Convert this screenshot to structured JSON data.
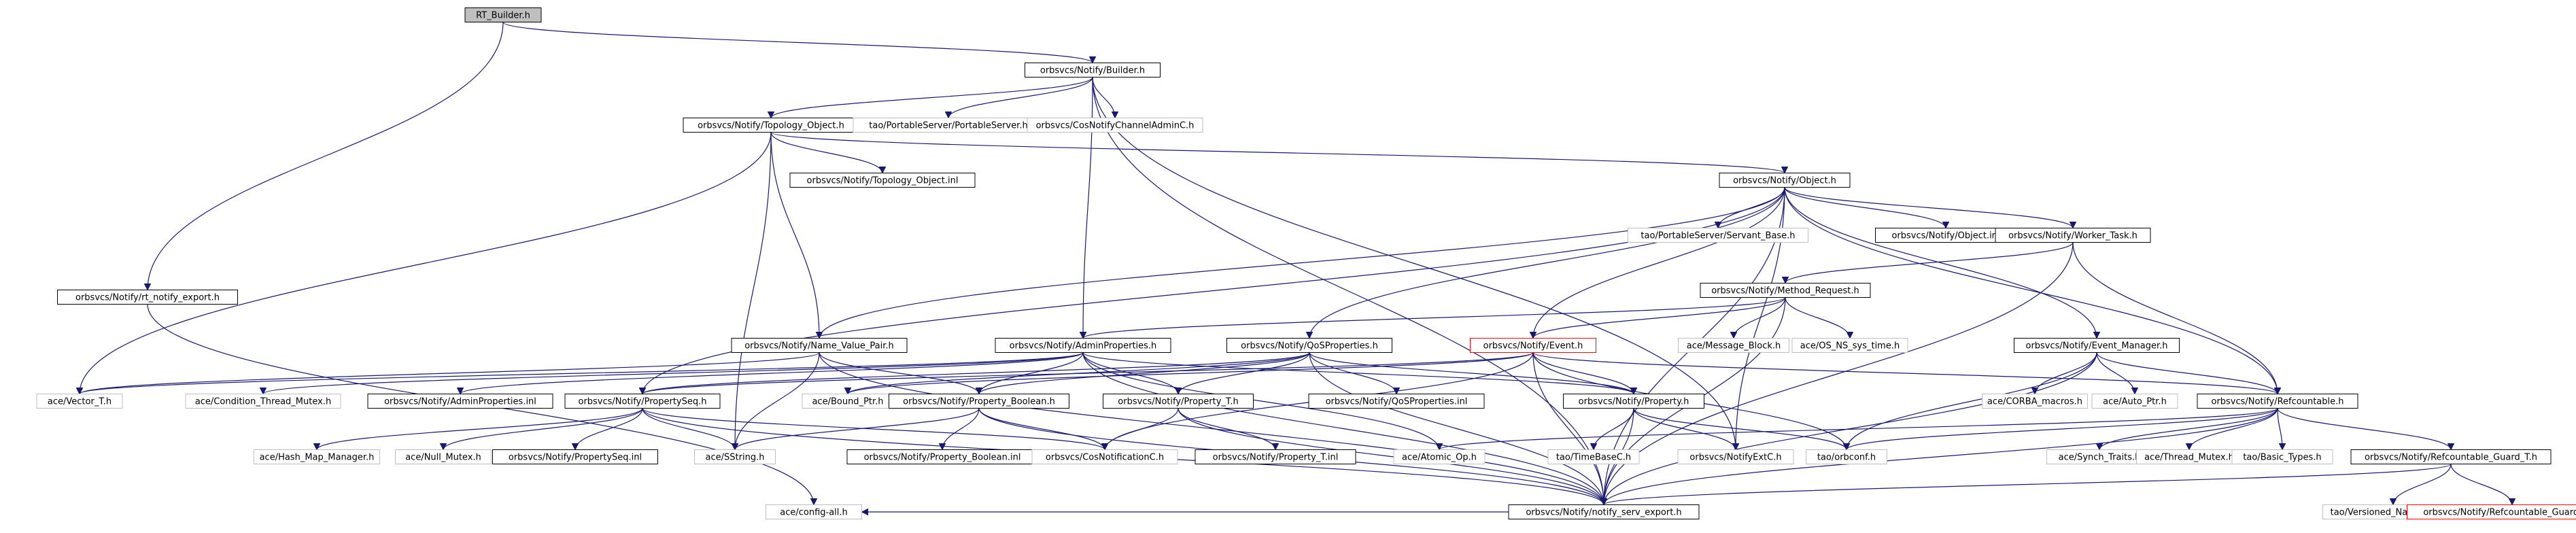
{
  "colors": {
    "edge": "#191970",
    "root_fill": "#bfbfbf",
    "missing_border": "#ff0000",
    "border": "#000000",
    "faded_border": "#bfbfbf",
    "text": "#000000"
  },
  "nodes": [
    {
      "id": "root",
      "label": "RT_Builder.h",
      "style": "root"
    },
    {
      "id": "builder",
      "label": "orbsvcs/Notify/Builder.h",
      "style": "box"
    },
    {
      "id": "rtexport",
      "label": "orbsvcs/Notify/rt_notify_export.h",
      "style": "box"
    },
    {
      "id": "topo",
      "label": "orbsvcs/Notify/Topology_Object.h",
      "style": "box"
    },
    {
      "id": "portableserver",
      "label": "tao/PortableServer/PortableServer.h",
      "style": "faded"
    },
    {
      "id": "cosnotifyadmin",
      "label": "orbsvcs/CosNotifyChannelAdminC.h",
      "style": "faded"
    },
    {
      "id": "topoinl",
      "label": "orbsvcs/Notify/Topology_Object.inl",
      "style": "box"
    },
    {
      "id": "object",
      "label": "orbsvcs/Notify/Object.h",
      "style": "box"
    },
    {
      "id": "servantbase",
      "label": "tao/PortableServer/Servant_Base.h",
      "style": "faded"
    },
    {
      "id": "objectinl",
      "label": "orbsvcs/Notify/Object.inl",
      "style": "box"
    },
    {
      "id": "workertask",
      "label": "orbsvcs/Notify/Worker_Task.h",
      "style": "box"
    },
    {
      "id": "methodreq",
      "label": "orbsvcs/Notify/Method_Request.h",
      "style": "box"
    },
    {
      "id": "msgblock",
      "label": "ace/Message_Block.h",
      "style": "faded"
    },
    {
      "id": "ossys",
      "label": "ace/OS_NS_sys_time.h",
      "style": "faded"
    },
    {
      "id": "namevalue",
      "label": "orbsvcs/Notify/Name_Value_Pair.h",
      "style": "box"
    },
    {
      "id": "adminprops",
      "label": "orbsvcs/Notify/AdminProperties.h",
      "style": "box"
    },
    {
      "id": "qosprops",
      "label": "orbsvcs/Notify/QoSProperties.h",
      "style": "box"
    },
    {
      "id": "event",
      "label": "orbsvcs/Notify/Event.h",
      "style": "missing"
    },
    {
      "id": "eventmgr",
      "label": "orbsvcs/Notify/Event_Manager.h",
      "style": "box"
    },
    {
      "id": "vector",
      "label": "ace/Vector_T.h",
      "style": "faded"
    },
    {
      "id": "condmutex",
      "label": "ace/Condition_Thread_Mutex.h",
      "style": "faded"
    },
    {
      "id": "admininl",
      "label": "orbsvcs/Notify/AdminProperties.inl",
      "style": "box"
    },
    {
      "id": "propseq",
      "label": "orbsvcs/Notify/PropertySeq.h",
      "style": "box"
    },
    {
      "id": "boundptr",
      "label": "ace/Bound_Ptr.h",
      "style": "faded"
    },
    {
      "id": "propbool",
      "label": "orbsvcs/Notify/Property_Boolean.h",
      "style": "box"
    },
    {
      "id": "propt",
      "label": "orbsvcs/Notify/Property_T.h",
      "style": "box"
    },
    {
      "id": "qosinl",
      "label": "orbsvcs/Notify/QoSProperties.inl",
      "style": "box"
    },
    {
      "id": "property",
      "label": "orbsvcs/Notify/Property.h",
      "style": "box"
    },
    {
      "id": "corbamacros",
      "label": "ace/CORBA_macros.h",
      "style": "faded"
    },
    {
      "id": "autoptr",
      "label": "ace/Auto_Ptr.h",
      "style": "faded"
    },
    {
      "id": "refcountable",
      "label": "orbsvcs/Notify/Refcountable.h",
      "style": "box"
    },
    {
      "id": "hashmap",
      "label": "ace/Hash_Map_Manager.h",
      "style": "faded"
    },
    {
      "id": "nullmutex",
      "label": "ace/Null_Mutex.h",
      "style": "faded"
    },
    {
      "id": "propseqinl",
      "label": "orbsvcs/Notify/PropertySeq.inl",
      "style": "box"
    },
    {
      "id": "sstring",
      "label": "ace/SString.h",
      "style": "faded"
    },
    {
      "id": "propboolinl",
      "label": "orbsvcs/Notify/Property_Boolean.inl",
      "style": "box"
    },
    {
      "id": "cosnotif",
      "label": "orbsvcs/CosNotificationC.h",
      "style": "faded"
    },
    {
      "id": "proptinl",
      "label": "orbsvcs/Notify/Property_T.inl",
      "style": "box"
    },
    {
      "id": "atomic",
      "label": "ace/Atomic_Op.h",
      "style": "faded"
    },
    {
      "id": "timebase",
      "label": "tao/TimeBaseC.h",
      "style": "faded"
    },
    {
      "id": "notifyext",
      "label": "orbsvcs/NotifyExtC.h",
      "style": "faded"
    },
    {
      "id": "orbconf",
      "label": "tao/orbconf.h",
      "style": "faded"
    },
    {
      "id": "synchtraits",
      "label": "ace/Synch_Traits.h",
      "style": "faded"
    },
    {
      "id": "threadmutex",
      "label": "ace/Thread_Mutex.h",
      "style": "faded"
    },
    {
      "id": "basictypes",
      "label": "tao/Basic_Types.h",
      "style": "faded"
    },
    {
      "id": "refguard",
      "label": "orbsvcs/Notify/Refcountable_Guard_T.h",
      "style": "box"
    },
    {
      "id": "servexport",
      "label": "orbsvcs/Notify/notify_serv_export.h",
      "style": "box"
    },
    {
      "id": "versioned",
      "label": "tao/Versioned_Namespace.h",
      "style": "faded"
    },
    {
      "id": "refguardinl",
      "label": "orbsvcs/Notify/Refcountable_Guard_T.inl",
      "style": "missing"
    },
    {
      "id": "configall",
      "label": "ace/config-all.h",
      "style": "faded"
    }
  ],
  "edges": [
    [
      "root",
      "builder"
    ],
    [
      "root",
      "rtexport"
    ],
    [
      "rtexport",
      "configall"
    ],
    [
      "builder",
      "topo"
    ],
    [
      "builder",
      "portableserver"
    ],
    [
      "builder",
      "cosnotifyadmin"
    ],
    [
      "builder",
      "adminprops"
    ],
    [
      "builder",
      "notifyext"
    ],
    [
      "builder",
      "servexport"
    ],
    [
      "topo",
      "topoinl"
    ],
    [
      "topo",
      "object"
    ],
    [
      "topo",
      "namevalue"
    ],
    [
      "topo",
      "vector"
    ],
    [
      "topo",
      "sstring"
    ],
    [
      "object",
      "servantbase"
    ],
    [
      "object",
      "objectinl"
    ],
    [
      "object",
      "workertask"
    ],
    [
      "object",
      "eventmgr"
    ],
    [
      "object",
      "refcountable"
    ],
    [
      "object",
      "servexport"
    ],
    [
      "object",
      "notifyext"
    ],
    [
      "object",
      "namevalue"
    ],
    [
      "object",
      "qosprops"
    ],
    [
      "object",
      "propseq"
    ],
    [
      "object",
      "event"
    ],
    [
      "workertask",
      "methodreq"
    ],
    [
      "workertask",
      "refcountable"
    ],
    [
      "workertask",
      "servexport"
    ],
    [
      "methodreq",
      "msgblock"
    ],
    [
      "methodreq",
      "ossys"
    ],
    [
      "methodreq",
      "event"
    ],
    [
      "methodreq",
      "adminprops"
    ],
    [
      "methodreq",
      "servexport"
    ],
    [
      "namevalue",
      "propbool"
    ],
    [
      "namevalue",
      "sstring"
    ],
    [
      "namevalue",
      "servexport"
    ],
    [
      "namevalue",
      "vector"
    ],
    [
      "adminprops",
      "condmutex"
    ],
    [
      "adminprops",
      "admininl"
    ],
    [
      "adminprops",
      "propbool"
    ],
    [
      "adminprops",
      "propt"
    ],
    [
      "adminprops",
      "property"
    ],
    [
      "adminprops",
      "atomic"
    ],
    [
      "adminprops",
      "servexport"
    ],
    [
      "adminprops",
      "vector"
    ],
    [
      "qosprops",
      "qosinl"
    ],
    [
      "qosprops",
      "propbool"
    ],
    [
      "qosprops",
      "propt"
    ],
    [
      "qosprops",
      "property"
    ],
    [
      "qosprops",
      "boundptr"
    ],
    [
      "qosprops",
      "propseq"
    ],
    [
      "qosprops",
      "servexport"
    ],
    [
      "event",
      "property"
    ],
    [
      "event",
      "propseq"
    ],
    [
      "event",
      "refcountable"
    ],
    [
      "event",
      "cosnotif"
    ],
    [
      "event",
      "boundptr"
    ],
    [
      "event",
      "servexport"
    ],
    [
      "event",
      "orbconf"
    ],
    [
      "eventmgr",
      "corbamacros"
    ],
    [
      "eventmgr",
      "autoptr"
    ],
    [
      "eventmgr",
      "refcountable"
    ],
    [
      "eventmgr",
      "orbconf"
    ],
    [
      "eventmgr",
      "servexport"
    ],
    [
      "propseq",
      "hashmap"
    ],
    [
      "propseq",
      "nullmutex"
    ],
    [
      "propseq",
      "propseqinl"
    ],
    [
      "propseq",
      "sstring"
    ],
    [
      "propseq",
      "cosnotif"
    ],
    [
      "propseq",
      "servexport"
    ],
    [
      "propbool",
      "propboolinl"
    ],
    [
      "propbool",
      "cosnotif"
    ],
    [
      "propbool",
      "sstring"
    ],
    [
      "propbool",
      "servexport"
    ],
    [
      "propt",
      "proptinl"
    ],
    [
      "propt",
      "cosnotif"
    ],
    [
      "propt",
      "servexport"
    ],
    [
      "property",
      "timebase"
    ],
    [
      "property",
      "notifyext"
    ],
    [
      "property",
      "orbconf"
    ],
    [
      "property",
      "servexport"
    ],
    [
      "refcountable",
      "synchtraits"
    ],
    [
      "refcountable",
      "threadmutex"
    ],
    [
      "refcountable",
      "basictypes"
    ],
    [
      "refcountable",
      "refguard"
    ],
    [
      "refcountable",
      "atomic"
    ],
    [
      "refcountable",
      "orbconf"
    ],
    [
      "refcountable",
      "servexport"
    ],
    [
      "refguard",
      "servexport"
    ],
    [
      "refguard",
      "versioned"
    ],
    [
      "refguard",
      "refguardinl"
    ],
    [
      "servexport",
      "configall"
    ]
  ]
}
